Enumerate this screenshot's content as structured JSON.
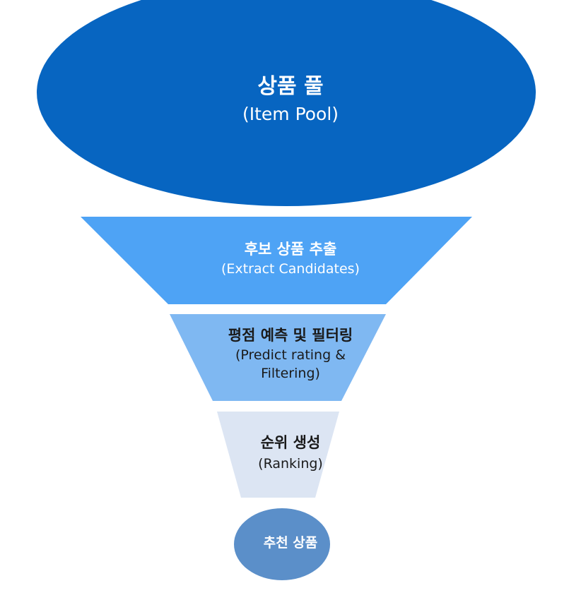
{
  "item_pool": {
    "title_ko": "상품 풀",
    "title_en": "(Item Pool)",
    "color": "#0765c1"
  },
  "stages": [
    {
      "title_ko": "후보 상품 추출",
      "title_en": "(Extract Candidates)",
      "color": "#4ea3f5",
      "text_color": "#ffffff"
    },
    {
      "title_ko": "평점 예측 및 필터링",
      "title_en_line1": "(Predict rating &",
      "title_en_line2": "Filtering)",
      "color": "#7fb8f2",
      "text_color": "#1a1a1a"
    },
    {
      "title_ko": "순위 생성",
      "title_en": "(Ranking)",
      "color": "#dce5f3",
      "text_color": "#1a1a1a"
    }
  ],
  "result": {
    "title_ko": "추천 상품",
    "color": "#5b8fc9"
  }
}
